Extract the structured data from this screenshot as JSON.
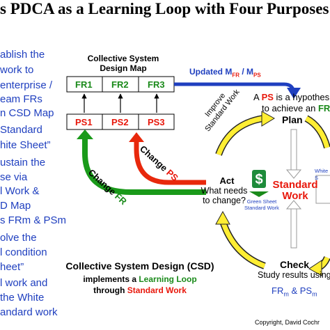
{
  "title": "s PDCA as a Learning Loop with Four Purposes",
  "left_text": [
    "ablish the",
    "work to",
    "enterprise /",
    "eam FRs",
    "n CSD Map",
    "Standard",
    "hite Sheet”",
    "ustain the",
    "se via",
    "l Work &",
    "D Map",
    "s FRm & PSm",
    "olve the",
    "l condition",
    "heet”",
    "l work and",
    "the White",
    "andard work"
  ],
  "csd_map": {
    "title_line1": "Collective System",
    "title_line2": "Design Map",
    "frs": [
      "FR1",
      "FR2",
      "FR3"
    ],
    "pss": [
      "PS1",
      "PS2",
      "PS3"
    ]
  },
  "updated_label": {
    "prefix": "Updated M",
    "sub_fr": "FR",
    "slash": " / M",
    "sub_ps": "PS"
  },
  "plan": {
    "hyp_line1_a": "A ",
    "hyp_line1_ps": "PS",
    "hyp_line1_b": " is a hypothesis",
    "hyp_line2_a": "to achieve an ",
    "hyp_line2_fr": "FR",
    "label": "Plan"
  },
  "improve_label_1": "Improve",
  "improve_label_2": "Standard Work",
  "change_ps": {
    "a": "Change ",
    "b": "PS"
  },
  "change_fr": {
    "a": "Change ",
    "b": "FR"
  },
  "act": {
    "label": "Act",
    "q1": "What needs",
    "q2": "to change?"
  },
  "green_sheet": {
    "l1": "Green Sheet",
    "l2": "Standard Work"
  },
  "standard_work": {
    "l1": "Standard",
    "l2": "Work"
  },
  "white_sheet": {
    "l1": "White",
    "l2": "S"
  },
  "check": {
    "label": "Check",
    "study": "Study results using",
    "frm": "FR",
    "and": " & PS",
    "sub": "m"
  },
  "bottom": {
    "l1": "Collective System Design (CSD)",
    "l2_a": "implements a ",
    "l2_b": "Learning Loop",
    "l3_a": "through ",
    "l3_b": "Standard Work"
  },
  "copyright": "Copyright, David Cochr",
  "colors": {
    "red": "#e8180c",
    "green": "#1a8a1a",
    "blue": "#1f3fbf",
    "yellow": "#ffee33",
    "dark_green": "#0a6e0a"
  }
}
